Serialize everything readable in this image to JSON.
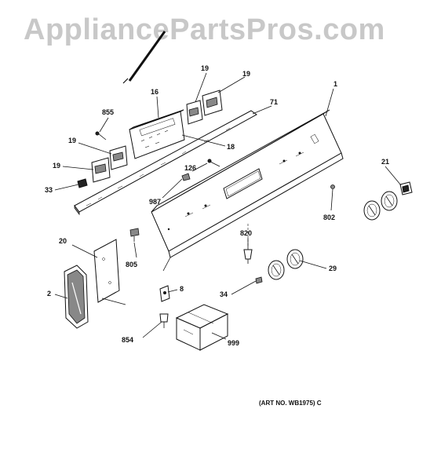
{
  "watermark": "AppliancePartsPros.com",
  "art_number": "(ART NO. WB1975) C",
  "callouts": {
    "c1": "1",
    "c2": "2",
    "c8": "8",
    "c16": "16",
    "c18": "18",
    "c19a": "19",
    "c19b": "19",
    "c19c": "19",
    "c19d": "19",
    "c20": "20",
    "c21": "21",
    "c29": "29",
    "c33": "33",
    "c34": "34",
    "c71": "71",
    "c126": "126",
    "c802": "802",
    "c805": "805",
    "c820": "820",
    "c854": "854",
    "c855": "855",
    "c987": "987",
    "c999": "999"
  }
}
